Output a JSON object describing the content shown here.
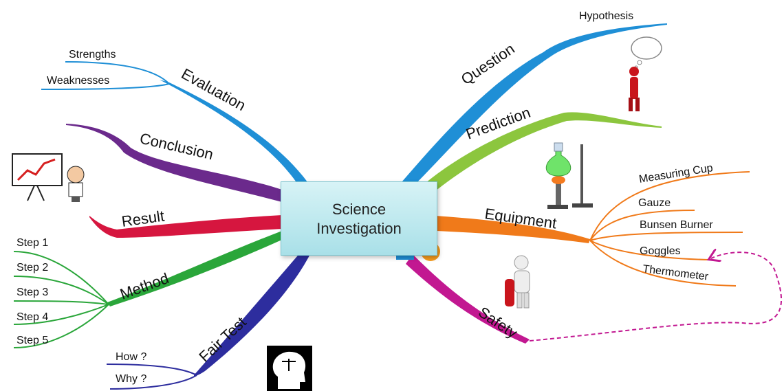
{
  "center": {
    "line1": "Science",
    "line2": "Investigation"
  },
  "branches": {
    "evaluation": {
      "label": "Evaluation",
      "color": "#1f8fd6",
      "items": [
        "Strengths",
        "Weaknesses"
      ]
    },
    "conclusion": {
      "label": "Conclusion",
      "color": "#6b2a8c"
    },
    "result": {
      "label": "Result",
      "color": "#d6163f"
    },
    "method": {
      "label": "Method",
      "color": "#2aa63a",
      "items": [
        "Step 1",
        "Step 2",
        "Step 3",
        "Step 4",
        "Step 5"
      ]
    },
    "fair_test": {
      "label": "Fair Test",
      "color": "#2d2d9e",
      "items": [
        "How ?",
        "Why ?"
      ]
    },
    "question": {
      "label": "Question",
      "color": "#1f8fd6",
      "items": [
        "Hypothesis"
      ]
    },
    "prediction": {
      "label": "Prediction",
      "color": "#8cc63e"
    },
    "equipment": {
      "label": "Equipment",
      "color": "#f07a1a",
      "items": [
        "Measuring Cup",
        "Gauze",
        "Bunsen Burner",
        "Goggles",
        "Thermometer"
      ]
    },
    "safety": {
      "label": "Safety",
      "color": "#c21891"
    }
  },
  "link_color": "#c21891",
  "icons": [
    "thought-bubble-person-icon",
    "lab-flask-icon",
    "presenter-chart-icon",
    "fire-extinguisher-person-icon",
    "head-scales-icon",
    "shapes-icon"
  ]
}
